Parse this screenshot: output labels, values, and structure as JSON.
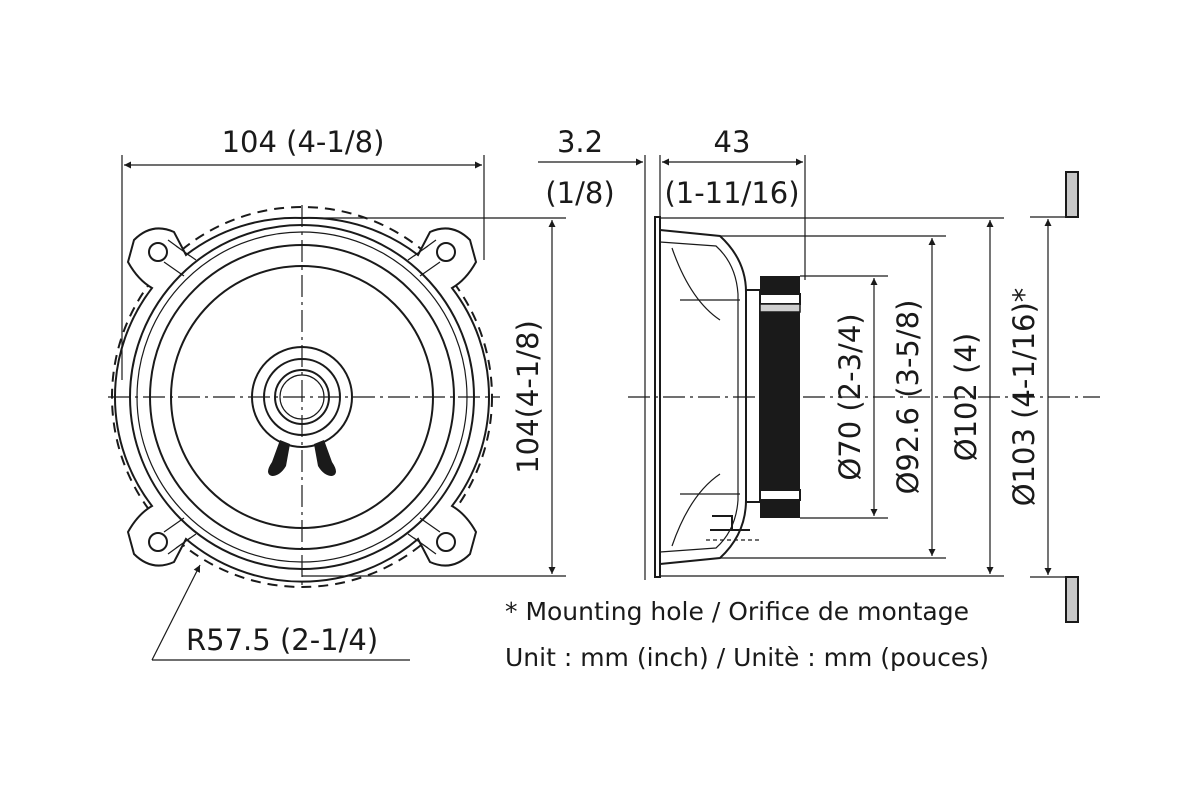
{
  "dimensions": {
    "front_width": "104 (4-1/8)",
    "front_height": "104(4-1/8)",
    "flange_thickness": "3.2",
    "flange_thickness_inch": "(1/8)",
    "depth": "43",
    "depth_inch": "(1-11/16)",
    "radius": "R57.5 (2-1/4)",
    "dia_70": "Ø70 (2-3/4)",
    "dia_92_6": "Ø92.6 (3-5/8)",
    "dia_102": "Ø102 (4)",
    "dia_103": "Ø103 (4-1/16)*"
  },
  "notes": {
    "mounting_hole": "* Mounting hole / Orifice de montage",
    "unit": "Unit : mm (inch) / Unitè : mm (pouces)"
  }
}
